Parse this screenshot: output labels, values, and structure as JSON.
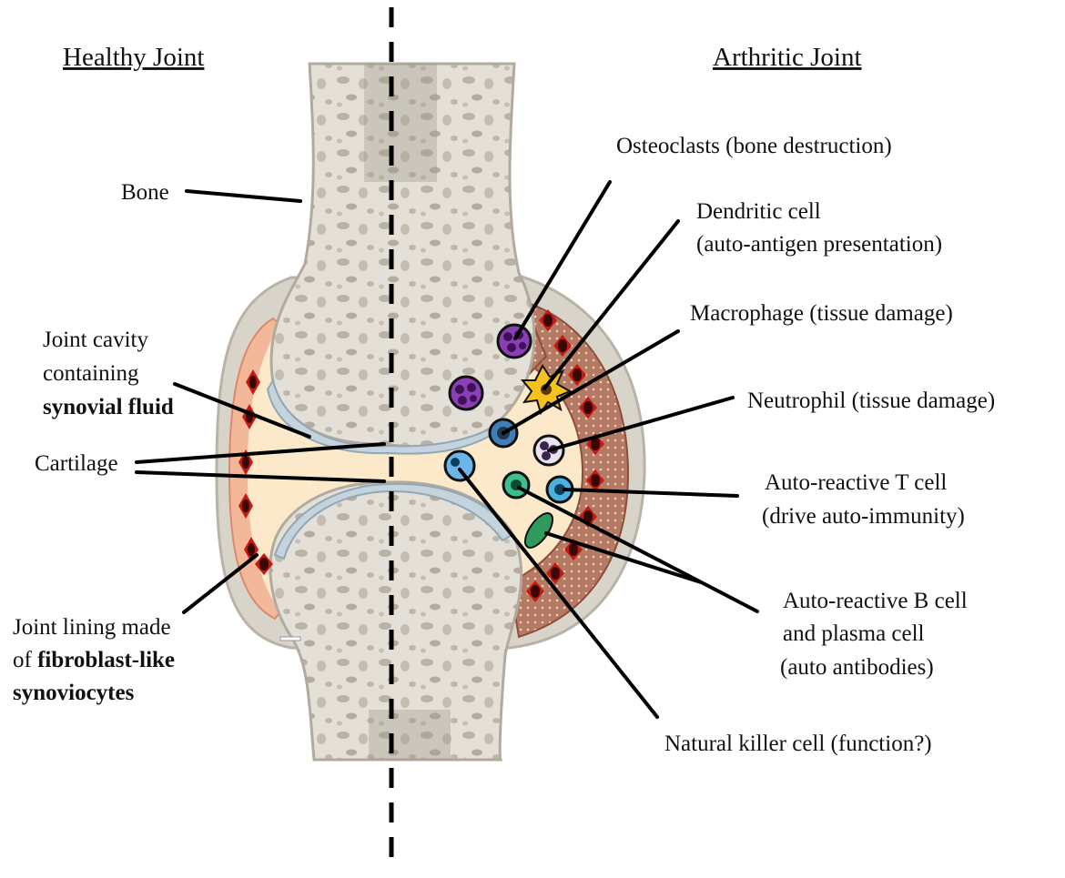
{
  "headings": {
    "healthy": "Healthy Joint",
    "arthritic": "Arthritic Joint"
  },
  "labels": {
    "bone": "Bone",
    "cavity_1": "Joint cavity",
    "cavity_2": "containing",
    "cavity_3": "synovial fluid",
    "cartilage": "Cartilage",
    "lining_1": "Joint lining made",
    "lining_2a": "of",
    "lining_2b": "fibroblast-like",
    "lining_3": "synoviocytes",
    "osteoclasts": "Osteoclasts (bone destruction)",
    "dendritic_1": "Dendritic cell",
    "dendritic_2": "(auto-antigen presentation)",
    "macrophage": "Macrophage (tissue damage)",
    "neutrophil": "Neutrophil (tissue damage)",
    "tcell_1": "Auto-reactive T cell",
    "tcell_2": "(drive auto-immunity)",
    "bcell_1": "Auto-reactive B cell",
    "bcell_2": "and plasma cell",
    "bcell_3": "(auto antibodies)",
    "nk": "Natural killer cell (function?)"
  },
  "colors": {
    "bone": "#e3dfd6",
    "bone_dark": "#a9a296",
    "cartilage": "#c5d3dc",
    "synovial_fluid": "#fbe9c9",
    "lining_healthy": "#f3b79a",
    "fibroblast": "#c31a12",
    "pannus": "#b8816c",
    "osteoclast": "#8a3fb5",
    "dendritic": "#f4c21c",
    "macrophage": "#3f7fb3",
    "neutrophil": "#7a5a8c",
    "t_cell": "#4ab0e0",
    "b_cell": "#3bbf8e",
    "plasma_cell": "#2e9a5c",
    "nk_cell": "#6ab6ea"
  }
}
